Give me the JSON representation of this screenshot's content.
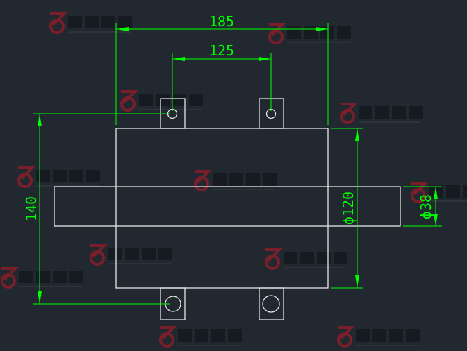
{
  "watermark": {
    "brand": "百铸订单",
    "url": "WWW.BAIZHUWANG.COM"
  },
  "dimensions": {
    "overall_width": "185",
    "hole_spacing": "125",
    "hole_vertical_spacing": "140",
    "body_diameter": "ϕ120",
    "shaft_diameter": "ϕ38"
  },
  "colors": {
    "background": "#212830",
    "geometry": "#e6e6e6",
    "dimension": "#00ff00",
    "watermark_logo": "#7a1f2a"
  }
}
